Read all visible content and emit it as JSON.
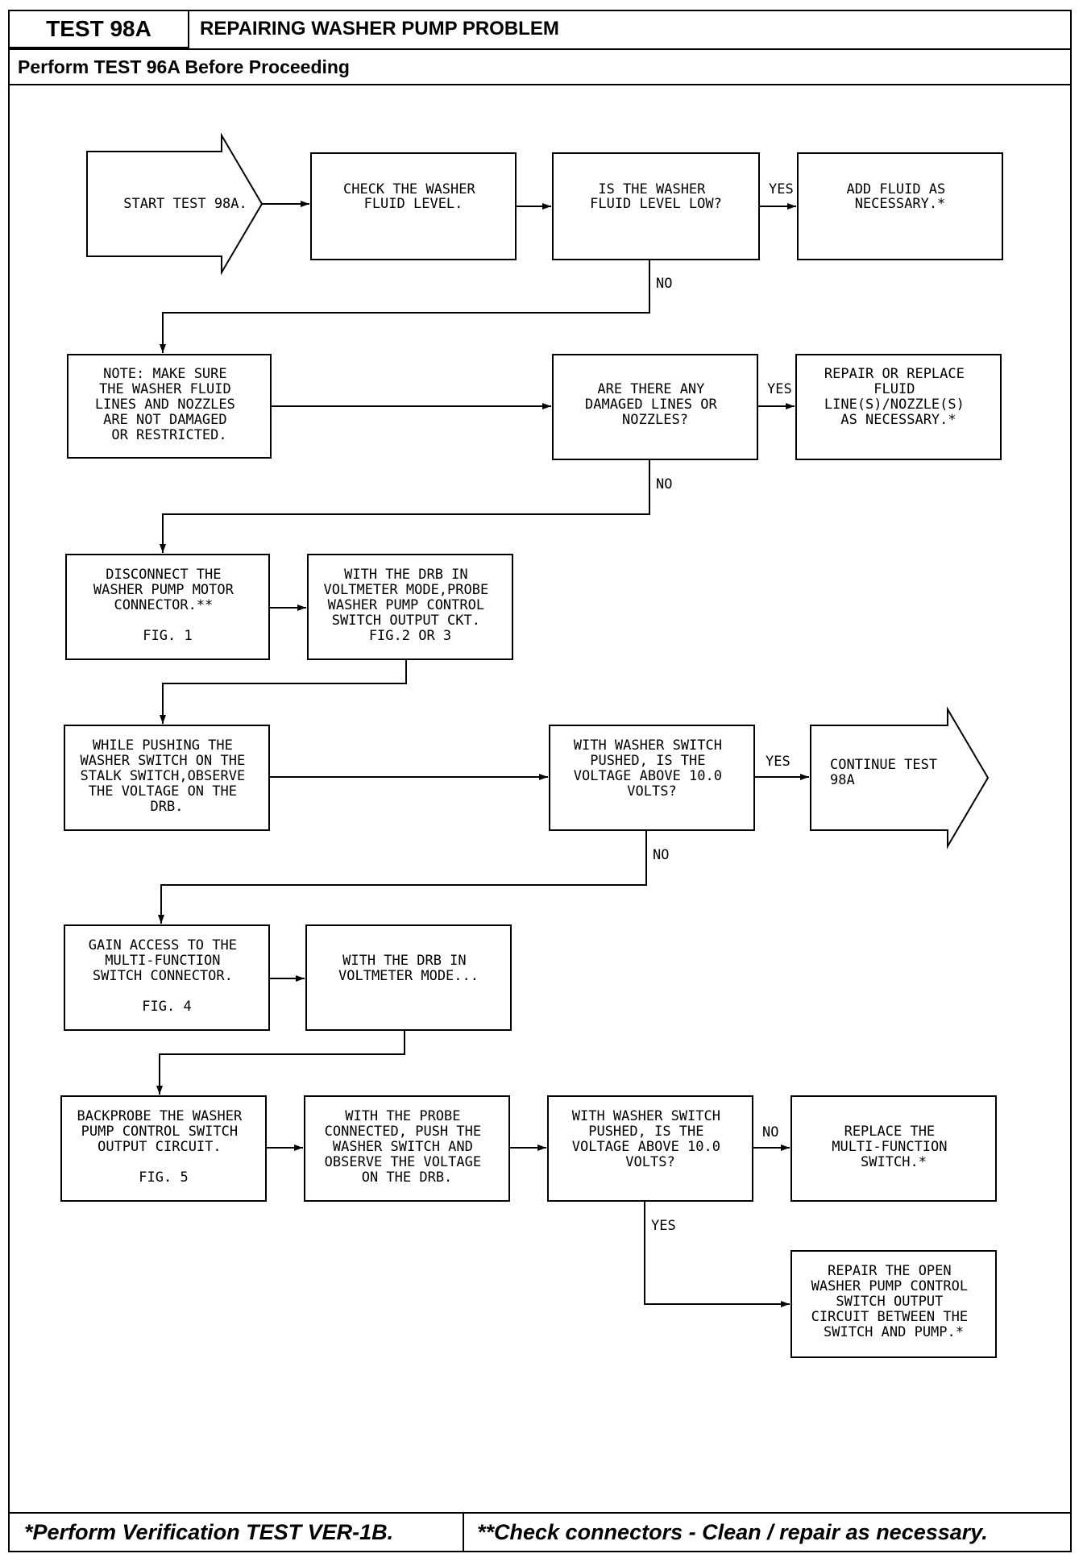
{
  "header": {
    "test_id": "TEST 98A",
    "title": "REPAIRING WASHER PUMP PROBLEM",
    "prerequisite": "Perform TEST 96A Before Proceeding"
  },
  "footer": {
    "left": "*Perform Verification TEST VER-1B.",
    "right": "**Check connectors - Clean / repair as necessary."
  },
  "flow": {
    "start": [
      "START TEST 98A."
    ],
    "check_fluid": [
      "CHECK THE WASHER",
      "FLUID LEVEL."
    ],
    "q_fluid_low": [
      "IS THE WASHER",
      "FLUID LEVEL LOW?"
    ],
    "add_fluid": [
      "ADD FLUID AS",
      "NECESSARY.*"
    ],
    "note_lines": [
      "NOTE: MAKE SURE",
      "THE WASHER FLUID",
      "LINES AND NOZZLES",
      "ARE NOT DAMAGED",
      "OR RESTRICTED."
    ],
    "q_damaged": [
      "ARE THERE ANY",
      "DAMAGED LINES OR",
      "NOZZLES?"
    ],
    "repair_lines": [
      "REPAIR OR REPLACE",
      "FLUID",
      "LINE(S)/NOZZLE(S)",
      "AS NECESSARY.*"
    ],
    "disconnect": [
      "DISCONNECT THE",
      "WASHER PUMP MOTOR",
      "CONNECTOR.**",
      "",
      "FIG. 1"
    ],
    "drb_probe": [
      "WITH THE DRB IN",
      "VOLTMETER MODE,PROBE",
      "WASHER PUMP CONTROL",
      "SWITCH OUTPUT CKT.",
      "FIG.2 OR 3"
    ],
    "pushing": [
      "WHILE PUSHING THE",
      "WASHER SWITCH ON THE",
      "STALK SWITCH,OBSERVE",
      "THE VOLTAGE ON THE",
      "DRB."
    ],
    "q_voltage_1": [
      "WITH WASHER SWITCH",
      "PUSHED, IS THE",
      "VOLTAGE ABOVE 10.0",
      "VOLTS?"
    ],
    "continue": [
      "CONTINUE TEST",
      "98A"
    ],
    "gain_access": [
      "GAIN ACCESS TO THE",
      "MULTI-FUNCTION",
      "SWITCH CONNECTOR.",
      "",
      "FIG. 4"
    ],
    "drb_mode": [
      "WITH THE DRB IN",
      "VOLTMETER MODE..."
    ],
    "backprobe": [
      "BACKPROBE THE WASHER",
      "PUMP CONTROL SWITCH",
      "OUTPUT CIRCUIT.",
      "",
      "FIG. 5"
    ],
    "probe_connected": [
      "WITH THE PROBE",
      "CONNECTED, PUSH THE",
      "WASHER SWITCH AND",
      "OBSERVE THE VOLTAGE",
      "ON THE DRB."
    ],
    "q_voltage_2": [
      "WITH WASHER SWITCH",
      "PUSHED, IS THE",
      "VOLTAGE ABOVE 10.0",
      "VOLTS?"
    ],
    "replace_mfs": [
      "REPLACE THE",
      "MULTI-FUNCTION",
      "SWITCH.*"
    ],
    "repair_open": [
      "REPAIR THE OPEN",
      "WASHER PUMP CONTROL",
      "SWITCH OUTPUT",
      "CIRCUIT BETWEEN THE",
      "SWITCH AND PUMP.*"
    ]
  },
  "labels": {
    "yes": "YES",
    "no": "NO"
  }
}
